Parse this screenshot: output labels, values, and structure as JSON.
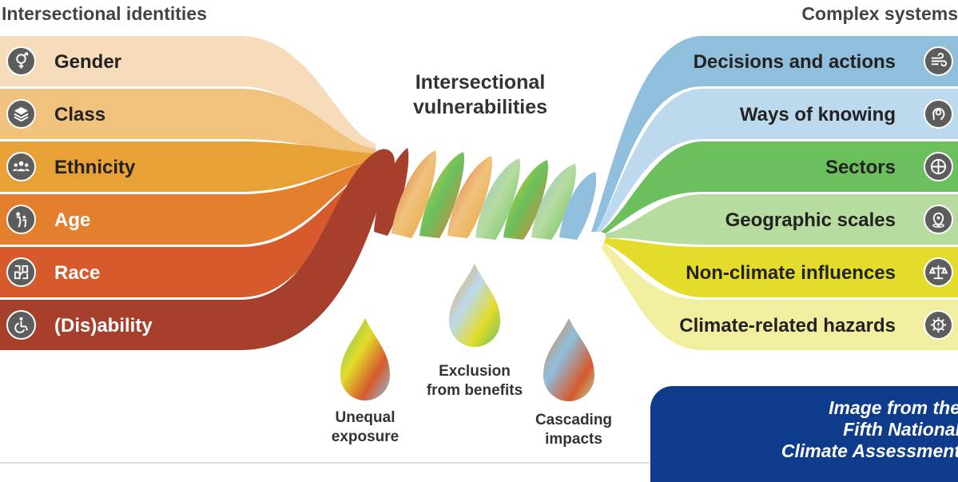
{
  "left_heading": "Intersectional identities",
  "right_heading": "Complex systems",
  "center_title_line1": "Intersectional",
  "center_title_line2": "vulnerabilities",
  "identities": [
    {
      "label": "Gender",
      "icon": "gender-icon",
      "color": "#f7dcbc"
    },
    {
      "label": "Class",
      "icon": "layers-icon",
      "color": "#f0c27e"
    },
    {
      "label": "Ethnicity",
      "icon": "people-icon",
      "color": "#e8a135"
    },
    {
      "label": "Age",
      "icon": "age-icon",
      "color": "#e47f2e"
    },
    {
      "label": "Race",
      "icon": "hands-icon",
      "color": "#d65a2c"
    },
    {
      "label": "(Dis)ability",
      "icon": "wheelchair-icon",
      "color": "#a63f2c"
    }
  ],
  "systems": [
    {
      "label": "Decisions and actions",
      "icon": "wind-icon",
      "color": "#8fbfdd"
    },
    {
      "label": "Ways of knowing",
      "icon": "mind-icon",
      "color": "#bcd9ee"
    },
    {
      "label": "Sectors",
      "icon": "sectors-icon",
      "color": "#6bbf5d"
    },
    {
      "label": "Geographic scales",
      "icon": "location-icon",
      "color": "#b6dca0"
    },
    {
      "label": "Non-climate influences",
      "icon": "scales-icon",
      "color": "#e3dc2a"
    },
    {
      "label": "Climate-related hazards",
      "icon": "hazard-icon",
      "color": "#f2ee9f"
    }
  ],
  "drops": {
    "unequal_exposure_1": "Unequal",
    "unequal_exposure_2": "exposure",
    "exclusion_1": "Exclusion",
    "exclusion_2": "from benefits",
    "cascading_1": "Cascading",
    "cascading_2": "impacts"
  },
  "credit_lines": [
    "Image from the",
    "Fifth National",
    "Climate Assessment"
  ]
}
